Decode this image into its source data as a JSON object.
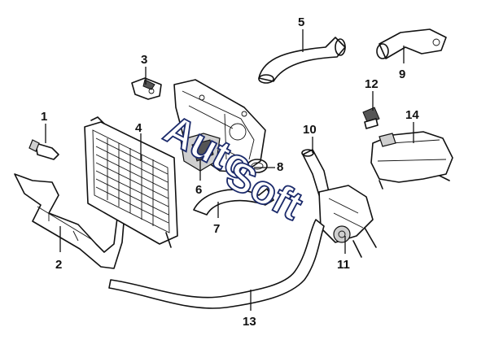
{
  "callouts": [
    "1",
    "2",
    "3",
    "4",
    "5",
    "6",
    "7",
    "8",
    "9",
    "10",
    "11",
    "12",
    "13",
    "14"
  ],
  "watermark": {
    "line1": "Auto",
    "line2": "Soft"
  }
}
